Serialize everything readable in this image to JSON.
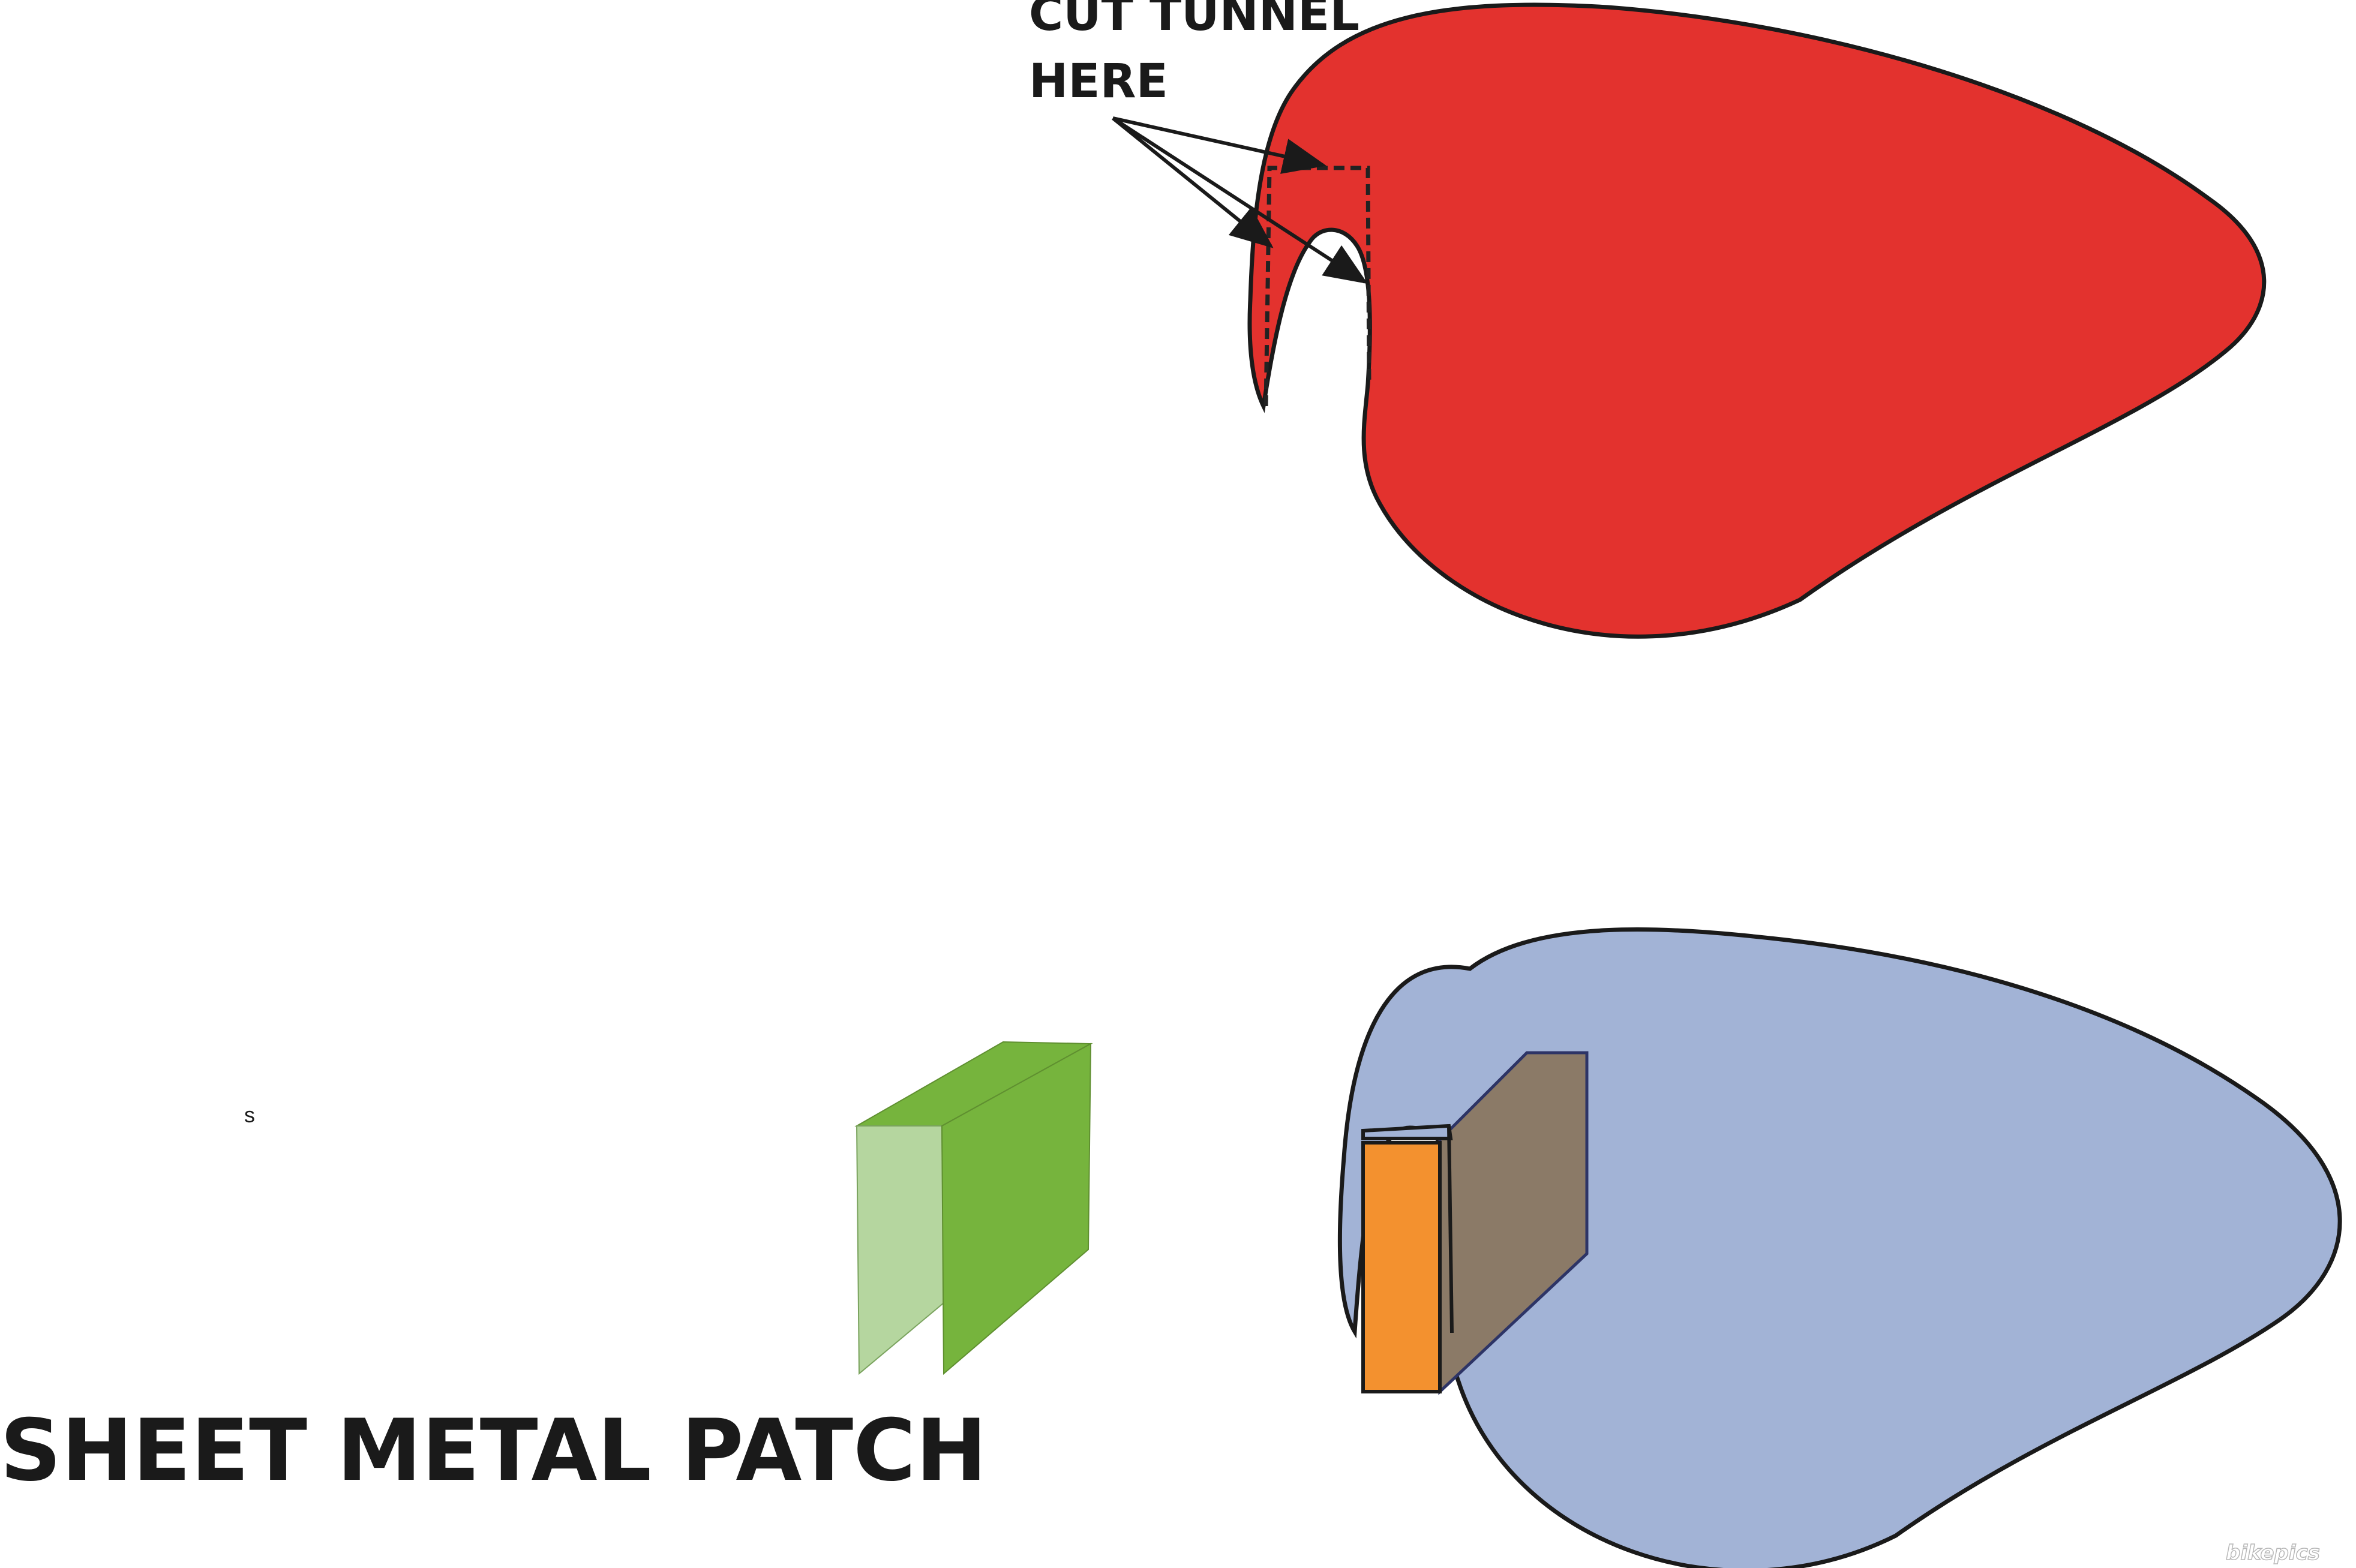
{
  "labels": {
    "cut_line1": "CUT TUNNEL",
    "cut_line2": "HERE",
    "patch": "SHEET METAL PATCH",
    "small_mark": "s",
    "watermark": "bikepics"
  },
  "colors": {
    "tank_red": "#e3322e",
    "tank_blue": "#a2b3d6",
    "green_dark": "#76b43d",
    "green_light": "#b5d69f",
    "orange": "#f3912f",
    "brown": "#8b7a67",
    "outline": "#1a1a1a",
    "dashed": "#222222"
  }
}
